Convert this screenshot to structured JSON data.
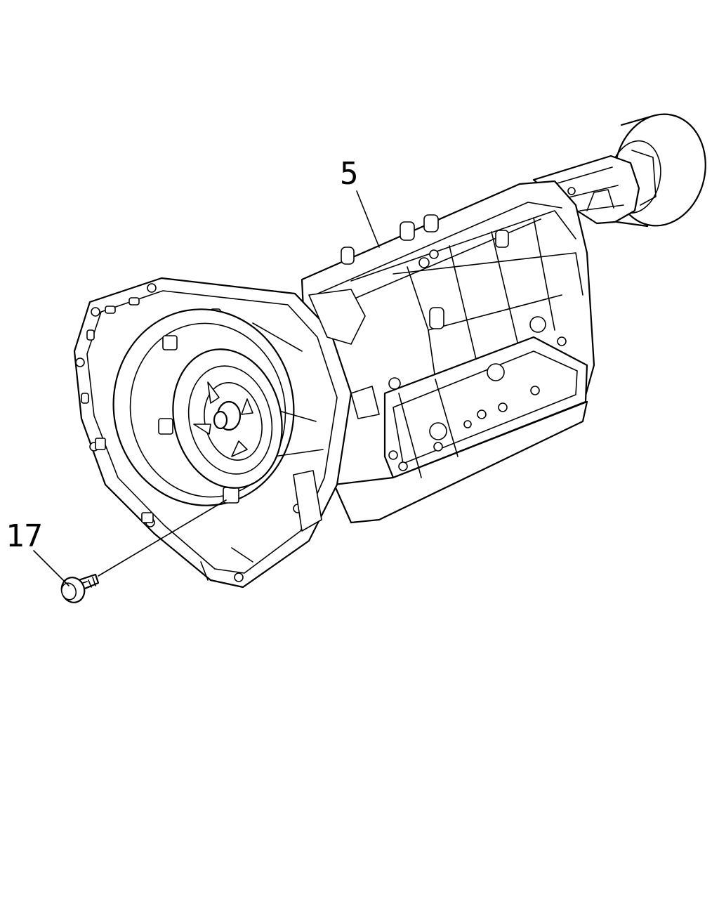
{
  "diagram": {
    "callouts": [
      {
        "id": "callout-5",
        "label": "5"
      },
      {
        "id": "callout-17",
        "label": "17"
      }
    ],
    "colors": {
      "line": "#000000",
      "background": "#ffffff"
    }
  }
}
